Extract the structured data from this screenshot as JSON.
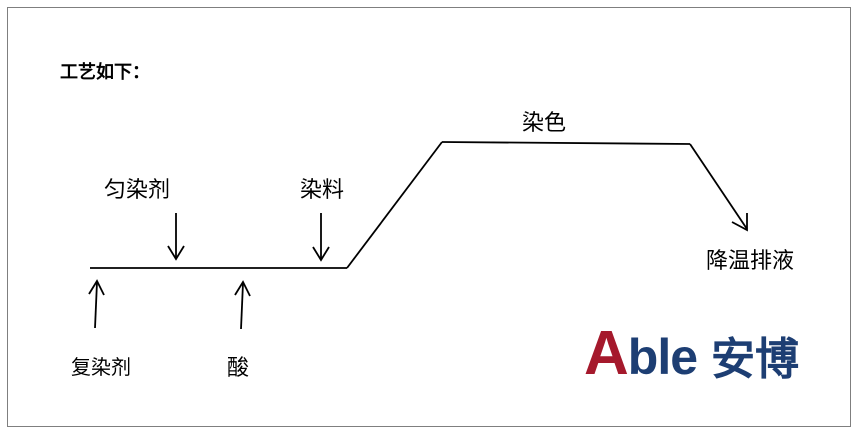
{
  "title": "工艺如下：",
  "labels": {
    "dye_color": "染色",
    "leveling_agent": "匀染剂",
    "dyestuff": "染料",
    "cooling_drain": "降温排液",
    "repair_agent": "复染剂",
    "acid": "酸"
  },
  "logo": {
    "letter_a": "A",
    "letters_rest": "ble",
    "chinese": "安博",
    "colors": {
      "a": "#a5192c",
      "rest": "#1d3e73"
    }
  }
}
